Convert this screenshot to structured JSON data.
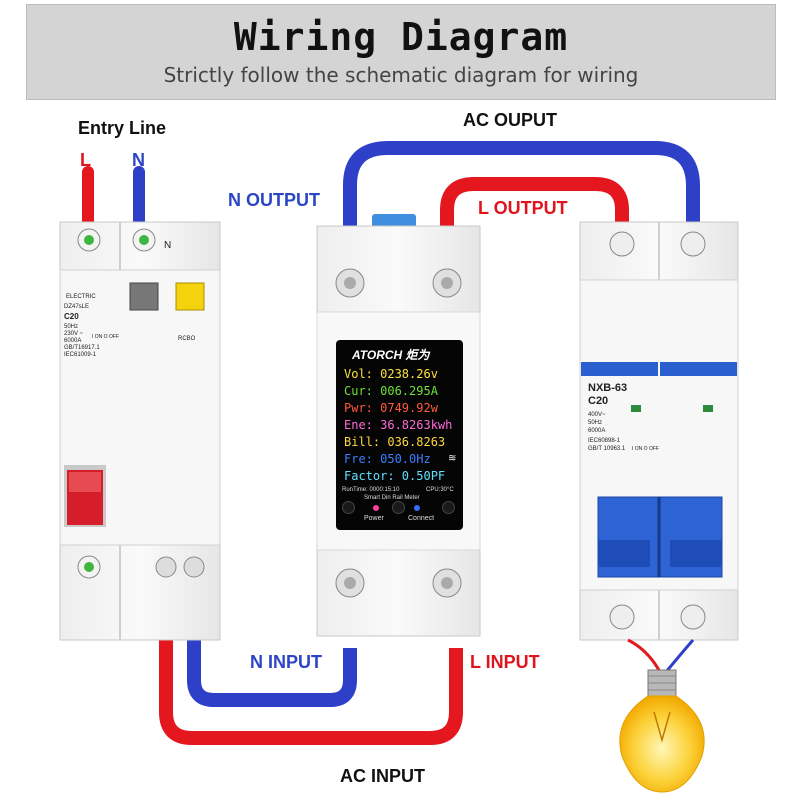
{
  "header": {
    "title": "Wiring Diagram",
    "subtitle": "Strictly follow the schematic diagram for wiring"
  },
  "labels": {
    "entry_line": "Entry Line",
    "l": "L",
    "n": "N",
    "ac_output": "AC OUPUT",
    "n_output": "N OUTPUT",
    "l_output": "L OUTPUT",
    "n_input": "N INPUT",
    "l_input": "L INPUT",
    "ac_input": "AC INPUT"
  },
  "rcbo": {
    "brand": "ELECTRIC",
    "model": "DZ47sLE",
    "rating": "C20",
    "spec_1": "50Hz",
    "spec_2": "230V ~",
    "spec_3": "6000A",
    "std_1": "GB/T16917.1",
    "std_2": "IEC61009-1",
    "on_off": "I ON  O OFF",
    "test_text": "RCBO",
    "n_mark": "N"
  },
  "meter": {
    "brand": "ATORCH 炬为",
    "vol": "Vol: 0238.26v",
    "cur": "Cur: 006.295A",
    "pwr": "Pwr: 0749.92w",
    "ene": "Ene: 36.8263kwh",
    "bill": "Bill: 036.8263",
    "fre": "Fre: 050.0Hz",
    "factor": "Factor: 0.50PF",
    "runtime": "RunTime: 0000:15:10",
    "cpu": "CPU:30°C",
    "subtitle": "Smart Din Rail Meter",
    "power_label": "Power",
    "connect_label": "Connect"
  },
  "breaker": {
    "model": "NXB-63",
    "rating": "C20",
    "spec_1": "400V~",
    "spec_2": "50Hz",
    "spec_3": "6000A",
    "std_1": "IEC60898-1",
    "std_2": "GB/T 10963.1",
    "on_off": "I ON  O OFF"
  },
  "colors": {
    "live_wire": "#e4161e",
    "neutral_wire": "#2e3fc8",
    "header_bg": "#d4d4d4",
    "breaker_blue": "#2a5fd0"
  }
}
